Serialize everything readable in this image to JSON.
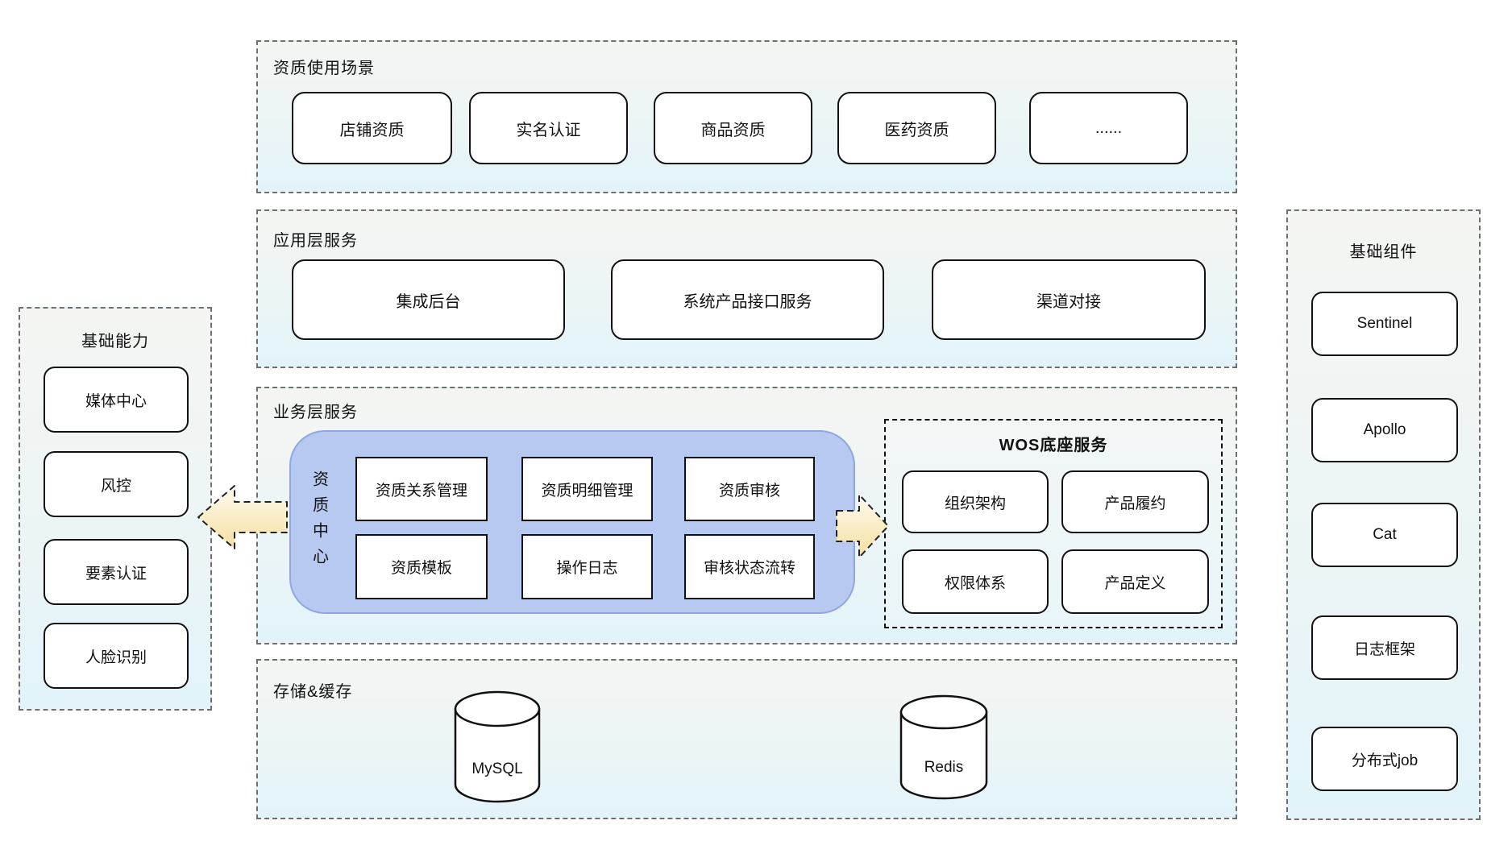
{
  "colors": {
    "section_dash": "#6f6f6f",
    "wos_dash": "#111111",
    "box_border": "#111111",
    "panel_bg_top": "#f4f5f3",
    "panel_bg_bottom": "#e2f4f9",
    "qual_center_fill": "#b7c8f1",
    "qual_center_border": "#8fa7de",
    "arrow_fill_light": "#fefbf0",
    "arrow_fill_dark": "#f5dfa0",
    "text": "#111111"
  },
  "left_panel": {
    "title": "基础能力",
    "items": [
      "媒体中心",
      "风控",
      "要素认证",
      "人脸识别"
    ]
  },
  "right_panel": {
    "title": "基础组件",
    "items": [
      "Sentinel",
      "Apollo",
      "Cat",
      "日志框架",
      "分布式job"
    ]
  },
  "usage_layer": {
    "title": "资质使用场景",
    "items": [
      "店铺资质",
      "实名认证",
      "商品资质",
      "医药资质",
      "......"
    ]
  },
  "app_layer": {
    "title": "应用层服务",
    "items": [
      "集成后台",
      "系统产品接口服务",
      "渠道对接"
    ]
  },
  "business_layer": {
    "title": "业务层服务",
    "qual_center": {
      "label": "资质中心",
      "modules": [
        "资质关系管理",
        "资质明细管理",
        "资质审核",
        "资质模板",
        "操作日志",
        "审核状态流转"
      ]
    },
    "wos": {
      "title": "WOS底座服务",
      "modules": [
        "组织架构",
        "产品履约",
        "权限体系",
        "产品定义"
      ]
    }
  },
  "storage_layer": {
    "title": "存储&缓存",
    "databases": [
      "MySQL",
      "Redis"
    ]
  }
}
